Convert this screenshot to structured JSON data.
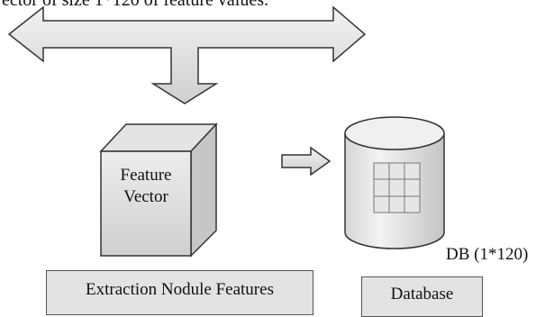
{
  "top_text": "ector of size 1*120 of feature values.",
  "feature_block": {
    "line1": "Feature",
    "line2": "Vector"
  },
  "db_caption": "DB (1*120)",
  "panels": {
    "extraction_label": "Extraction Nodule Features",
    "database_label": "Database"
  },
  "colors": {
    "fill_light": "#eeeeee",
    "fill_mid": "#d8d8d8",
    "fill_dark": "#c8c8c8",
    "stroke": "#333333",
    "panel_fill": "#e3e3e3",
    "grid_fill": "#e6e6e6"
  }
}
